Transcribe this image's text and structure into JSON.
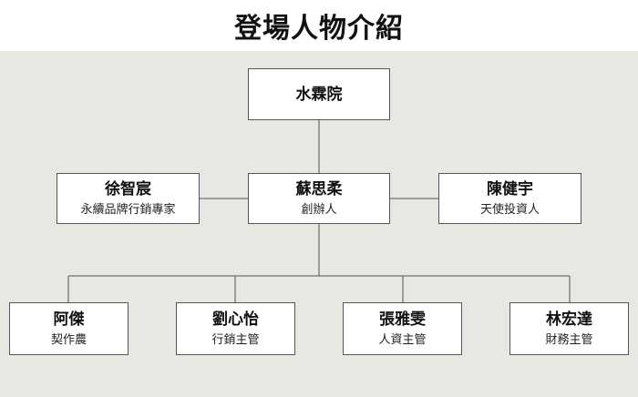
{
  "title": "登場人物介紹",
  "nodes": {
    "top": {
      "name": "水霖院"
    },
    "left": {
      "name": "徐智宸",
      "role": "永續品牌行銷專家"
    },
    "center": {
      "name": "蘇思柔",
      "role": "創辦人"
    },
    "right": {
      "name": "陳健宇",
      "role": "天使投資人"
    },
    "b1": {
      "name": "阿傑",
      "role": "契作農"
    },
    "b2": {
      "name": "劉心怡",
      "role": "行銷主管"
    },
    "b3": {
      "name": "張雅雯",
      "role": "人資主管"
    },
    "b4": {
      "name": "林宏達",
      "role": "財務主管"
    }
  }
}
